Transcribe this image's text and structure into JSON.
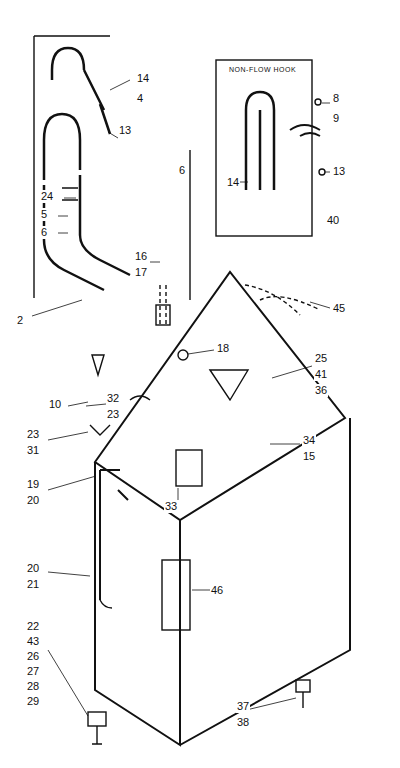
{
  "diagram": {
    "labels": [
      "14",
      "4",
      "13",
      "6",
      "24",
      "5",
      "6",
      "NON-FLOW HOOK",
      "8",
      "9",
      "13",
      "14",
      "40",
      "16",
      "17",
      "2",
      "45",
      "18",
      "25",
      "41",
      "36",
      "10",
      "32",
      "23",
      "23",
      "31",
      "34",
      "15",
      "19",
      "20",
      "33",
      "46",
      "20",
      "21",
      "22",
      "43",
      "26",
      "27",
      "28",
      "29",
      "37",
      "38"
    ]
  }
}
